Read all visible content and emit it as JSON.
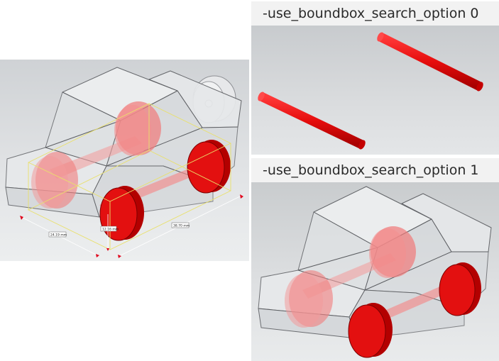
{
  "captions": {
    "option_0": "-use_boundbox_search_option 0",
    "option_1": "-use_boundbox_search_option 1"
  },
  "dimensions": {
    "width": "24.19 mm",
    "height": "12.16 mm",
    "length": "38.70 mm"
  },
  "colors": {
    "wheel_red": "#e60d0d",
    "body_glass": "#e8eaec",
    "bbox_yellow": "#e9e06a",
    "marker_red": "#e0001b"
  }
}
